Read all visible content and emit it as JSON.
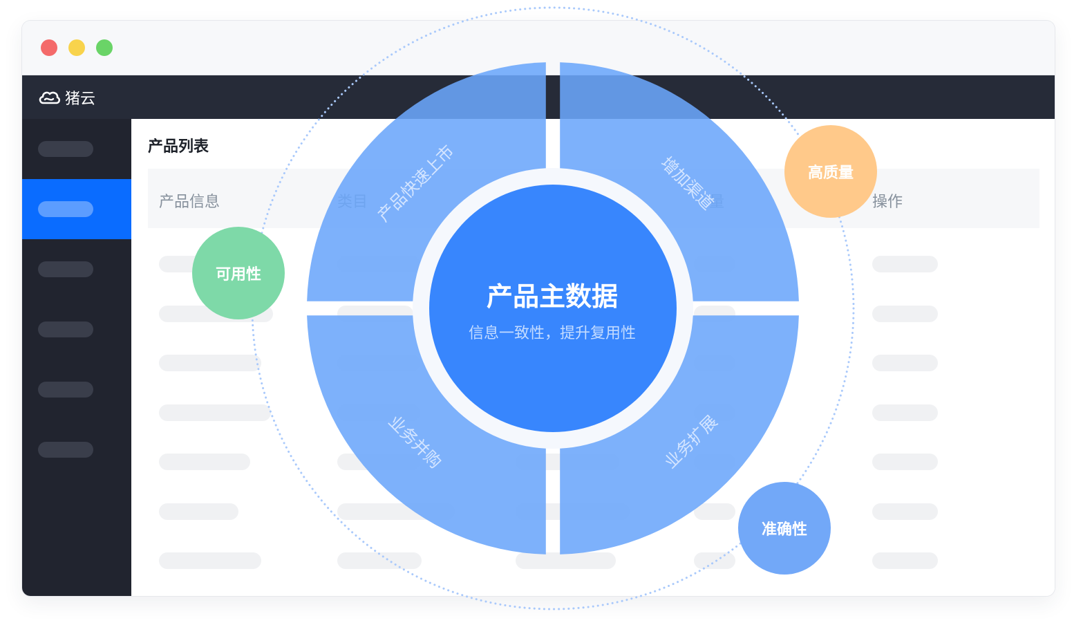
{
  "app": {
    "brand_name": "猪云"
  },
  "page": {
    "title": "产品列表"
  },
  "table": {
    "columns": [
      "产品信息",
      "类目",
      "",
      "量",
      "操作"
    ]
  },
  "diagram": {
    "center_title": "产品主数据",
    "center_subtitle": "信息一致性，提升复用性",
    "quadrants": {
      "top_left": "产品快速上市",
      "top_right": "增加渠道",
      "bottom_left": "业务并购",
      "bottom_right": "业务扩展"
    },
    "bubbles": {
      "availability": "可用性",
      "high_quality": "高质量",
      "accuracy": "准确性"
    }
  },
  "colors": {
    "sidebar_active": "#0a6cff",
    "center_circle": "#3886fd",
    "quadrant_fill": "#6ba6fb",
    "green_bubble": "#7ed9a8",
    "orange_bubble": "#ffc98a",
    "blue_bubble": "#72a8f8"
  }
}
